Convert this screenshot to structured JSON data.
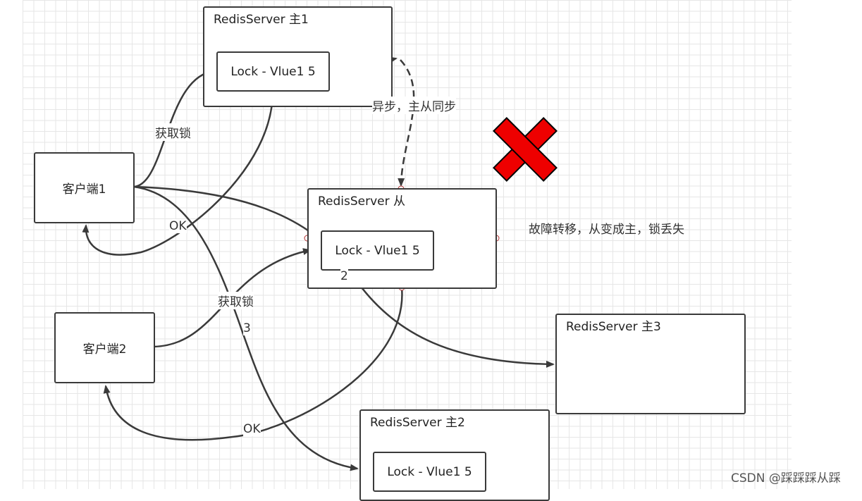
{
  "servers": {
    "s1": {
      "title": "RedisServer 主1",
      "lock": "Lock - Vlue1 5"
    },
    "slave": {
      "title": "RedisServer 从",
      "lock": "Lock - Vlue1 5"
    },
    "s3": {
      "title": "RedisServer 主3"
    },
    "s2": {
      "title": "RedisServer 主2",
      "lock": "Lock - Vlue1 5"
    }
  },
  "clients": {
    "c1": "客户端1",
    "c2": "客户端2"
  },
  "edge_labels": {
    "acquire1": "获取锁",
    "ok1": "OK",
    "async": "异步，主从同步",
    "acquire2": "获取锁",
    "num2": "2",
    "num3": "3",
    "ok2": "OK"
  },
  "failover_note": "故障转移，从变成主，锁丢失",
  "watermark": "CSDN @踩踩踩从踩",
  "colors": {
    "cross": "#ee0000",
    "line": "#3a3a3a"
  }
}
